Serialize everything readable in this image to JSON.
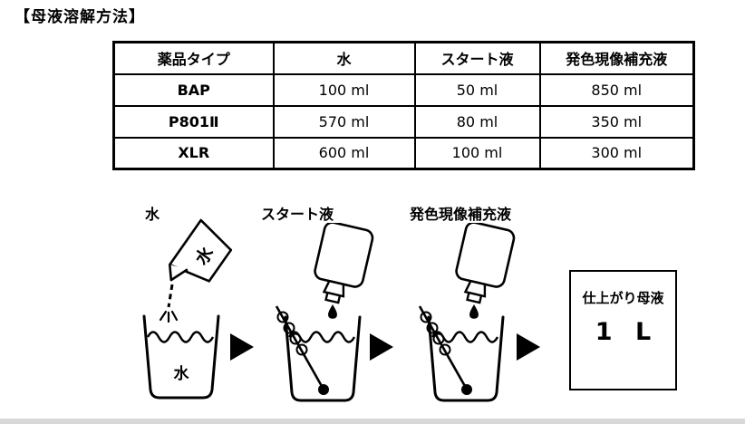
{
  "page": {
    "title": "【母液溶解方法】"
  },
  "table": {
    "headers": [
      "薬品タイプ",
      "水",
      "スタート液",
      "発色現像補充液"
    ],
    "rows": [
      [
        "BAP",
        "100 ml",
        "50 ml",
        "850 ml"
      ],
      [
        "P801Ⅱ",
        "570 ml",
        "80 ml",
        "350 ml"
      ],
      [
        "XLR",
        "600 ml",
        "100 ml",
        "300 ml"
      ]
    ]
  },
  "diagram": {
    "step1_label": "水",
    "step2_label": "スタート液",
    "step3_label": "発色現像補充液",
    "pitcher_text": "水",
    "beaker1_text": "水",
    "result_title": "仕上がり母液",
    "result_value": "1 L"
  },
  "colors": {
    "ink": "#000000",
    "background": "#ffffff"
  }
}
